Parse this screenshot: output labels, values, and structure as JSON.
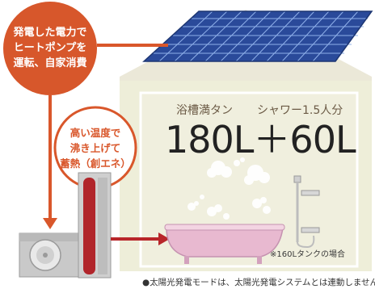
{
  "callouts": {
    "circle_top_lines": [
      "発電した電力で",
      "ヒートポンプを",
      "運転、自家消費"
    ],
    "circle_mid_lines": [
      "高い温度で",
      "沸き上げて",
      "蓄熱（創エネ）"
    ]
  },
  "capacity": {
    "bath_label": "浴槽満タン",
    "shower_label": "シャワー1.5人分",
    "amount_text": "180L＋60L",
    "tank_note": "※160Lタンクの場合"
  },
  "footnote": "●太陽光発電モードは、太陽光発電システムとは連動しません。",
  "colors": {
    "accent_orange": "#d9572b",
    "house_fill": "#efeedb",
    "house_roof": "#ece9da",
    "solar_panel": "#2f4fa0",
    "tank_red": "#b3272b",
    "bathtub": "#e7b7cf"
  },
  "icons": [
    "solar-panel-icon",
    "heat-pump-unit-icon",
    "hot-water-tank-icon",
    "bathtub-icon",
    "shower-icon",
    "steam-icon",
    "arrow-icon"
  ]
}
